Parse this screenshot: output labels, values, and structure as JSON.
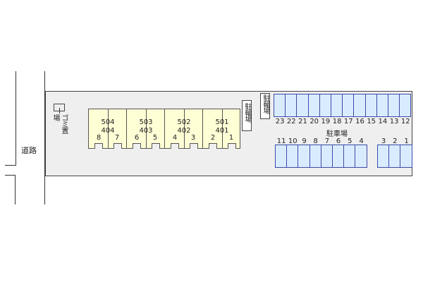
{
  "road": {
    "label": "道路"
  },
  "garbage": {
    "label": "ゴミ置場"
  },
  "bicycle_parking": [
    {
      "label": "駐輪場"
    },
    {
      "label": "駐輪場"
    }
  ],
  "parking": {
    "label": "駐車場",
    "top_row": [
      "23",
      "22",
      "21",
      "20",
      "19",
      "18",
      "17",
      "16",
      "15",
      "14",
      "13",
      "12"
    ],
    "bottom_row_a": [
      "11",
      "10",
      "9",
      "8",
      "7",
      "6",
      "5",
      "4"
    ],
    "bottom_row_b": [
      "3",
      "2",
      "1"
    ]
  },
  "buildings": [
    {
      "upper": "504",
      "lower": "404",
      "doors": [
        "8",
        "7"
      ]
    },
    {
      "upper": "503",
      "lower": "403",
      "doors": [
        "6",
        "5"
      ]
    },
    {
      "upper": "502",
      "lower": "402",
      "doors": [
        "4",
        "3"
      ]
    },
    {
      "upper": "501",
      "lower": "401",
      "doors": [
        "2",
        "1"
      ]
    }
  ],
  "colors": {
    "site": "#efefef",
    "building": "#ffffd6",
    "parking_fill": "#d9ecff",
    "parking_border": "#3a4aa8"
  }
}
